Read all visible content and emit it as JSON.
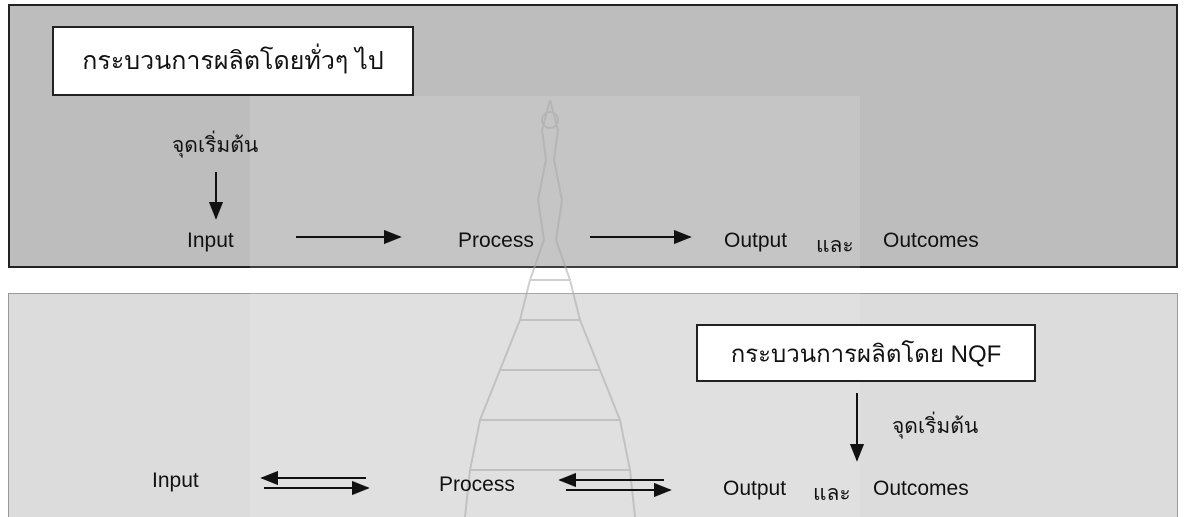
{
  "general": {
    "title": "กระบวนการผลิตโดยทั่วๆ ไป",
    "start_label": "จุดเริ่มต้น",
    "input": "Input",
    "process": "Process",
    "output": "Output",
    "and": "และ",
    "outcomes": "Outcomes"
  },
  "nqf": {
    "title": "กระบวนการผลิตโดย NQF",
    "start_label": "จุดเริ่มต้น",
    "input": "Input",
    "process": "Process",
    "output": "Output",
    "and": "และ",
    "outcomes": "Outcomes"
  },
  "colors": {
    "top_panel": "#bdbdbd",
    "bottom_panel": "#dcdcdc",
    "stroke": "#111111"
  }
}
